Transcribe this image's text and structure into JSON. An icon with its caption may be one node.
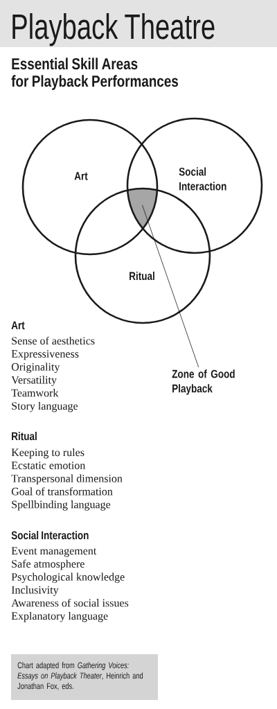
{
  "diagram": {
    "title": "Playback Theatre",
    "nodes": [
      {
        "text": [
          "Art"
        ]
      },
      {
        "text": [
          "Social Interaction"
        ]
      },
      {
        "text": [
          "Ritual"
        ]
      },
      {
        "text": [],
        "shape": "triangle"
      },
      {
        "text": [
          "Zone of Good Playback"
        ]
      }
    ],
    "edges": [
      {
        "from": 4,
        "to": 3,
        "arrow": "none"
      }
    ],
    "labels": [
      "Essential Skill Areas for Playback Performances",
      "Art",
      "Sense of aesthetics",
      "Expressiveness",
      "Originality",
      "Versatility",
      "Teamwork",
      "Story language",
      "Ritual",
      "Keeping to rules",
      "Ecstatic emotion",
      "Transpersonal dimension",
      "Goal of transformation",
      "Spellbinding language",
      "Social Interaction",
      "Event management",
      "Safe atmosphere",
      "Psychological knowledge",
      "Inclusivity",
      "Awareness of social issues",
      "Explanatory language"
    ],
    "caption": "Chart adapted from *Gathering Voices: Essays on Playback Theater*, Heinrich and Jonathan Fox, eds."
  }
}
